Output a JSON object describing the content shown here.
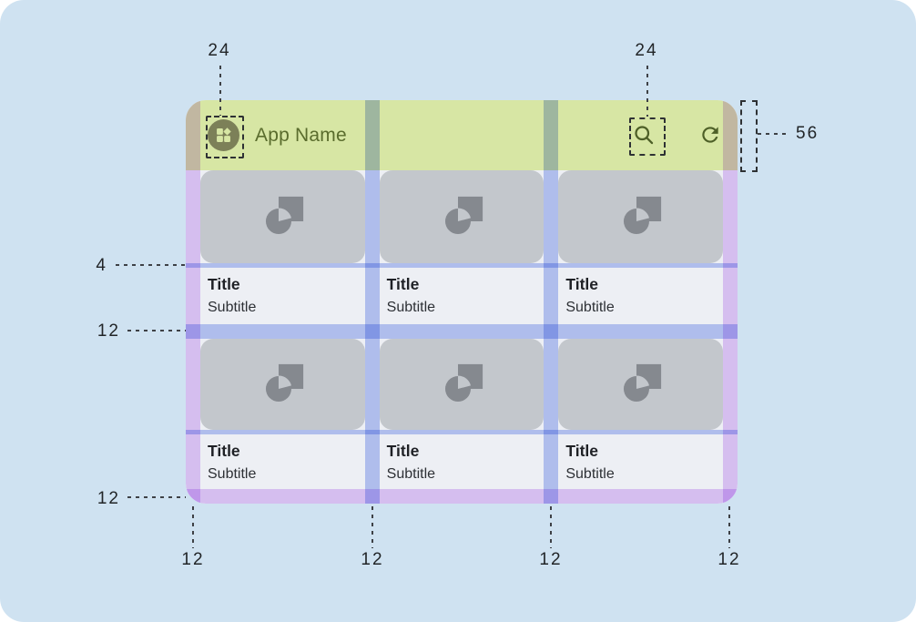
{
  "appbar": {
    "title": "App Name",
    "nav_icon": "dashboard-icon",
    "action_icons": [
      "search-icon",
      "refresh-icon"
    ]
  },
  "cards": {
    "items": [
      {
        "title": "Title",
        "subtitle": "Subtitle"
      },
      {
        "title": "Title",
        "subtitle": "Subtitle"
      },
      {
        "title": "Title",
        "subtitle": "Subtitle"
      },
      {
        "title": "Title",
        "subtitle": "Subtitle"
      },
      {
        "title": "Title",
        "subtitle": "Subtitle"
      },
      {
        "title": "Title",
        "subtitle": "Subtitle"
      }
    ],
    "thumbnail_icon": "image-placeholder-icon"
  },
  "annotations": {
    "nav_icon_size": "24",
    "action_icon_size": "24",
    "appbar_height": "56",
    "image_text_gap": "4",
    "row_gap": "12",
    "bottom_margin_left": "12",
    "bottom_edges": [
      "12",
      "12",
      "12",
      "12"
    ]
  },
  "colors": {
    "page_background": "#cfe2f1",
    "appbar_green": "#d7e6a4",
    "appbar_text": "#5a6c2d",
    "content_background": "#edeff4",
    "card_image_gray": "#c3c7cc",
    "margin_overlay_purple": "#e5cbfa",
    "gutter_overlay_blue": "#bccaf7",
    "avatar_olive": "#7c8058"
  }
}
